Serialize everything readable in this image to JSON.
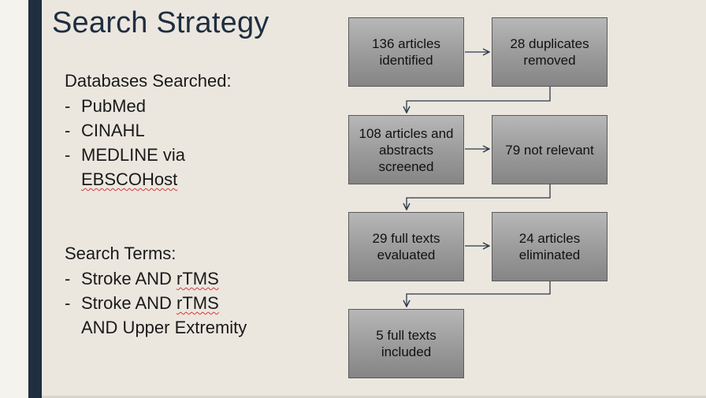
{
  "slide": {
    "title": "Search Strategy",
    "databases": {
      "heading": "Databases Searched:",
      "items": [
        {
          "text": "PubMed"
        },
        {
          "text": "CINAHL"
        },
        {
          "line1": "MEDLINE via",
          "line2": "EBSCOHost"
        }
      ]
    },
    "terms": {
      "heading": "Search Terms:",
      "items": [
        {
          "prefix": "Stroke AND ",
          "term": "rTMS"
        },
        {
          "prefix": "Stroke AND ",
          "term": "rTMS",
          "line2": "AND Upper Extremity"
        }
      ]
    }
  },
  "flowchart": {
    "boxes": [
      {
        "id": "identified",
        "text": "136 articles identified"
      },
      {
        "id": "duplicates",
        "text": "28 duplicates removed"
      },
      {
        "id": "screened",
        "text": "108 articles and abstracts screened"
      },
      {
        "id": "not-relevant",
        "text": "79 not relevant"
      },
      {
        "id": "evaluated",
        "text": "29 full texts evaluated"
      },
      {
        "id": "eliminated",
        "text": "24 articles eliminated"
      },
      {
        "id": "included",
        "text": "5 full texts included"
      }
    ]
  },
  "colors": {
    "accent_bar": "#1f2e40",
    "title": "#1f2e40",
    "background": "#ebe7df",
    "box_fill": "#9a9a9a",
    "connector": "#2b3a4a"
  }
}
